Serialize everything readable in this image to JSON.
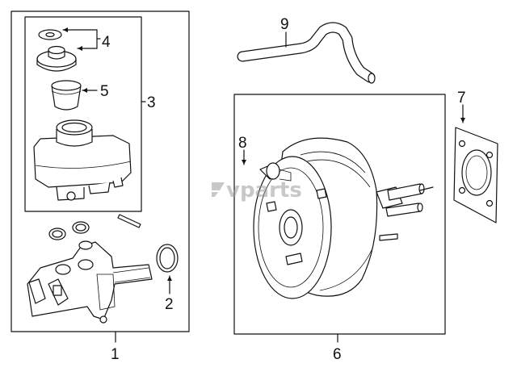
{
  "callouts": {
    "c1": "1",
    "c2": "2",
    "c3": "3",
    "c4": "4",
    "c5": "5",
    "c6": "6",
    "c7": "7",
    "c8": "8",
    "c9": "9"
  },
  "watermark": {
    "text": "vparts",
    "color": "#9a9a9a"
  },
  "colors": {
    "line": "#111111",
    "background": "#ffffff"
  }
}
